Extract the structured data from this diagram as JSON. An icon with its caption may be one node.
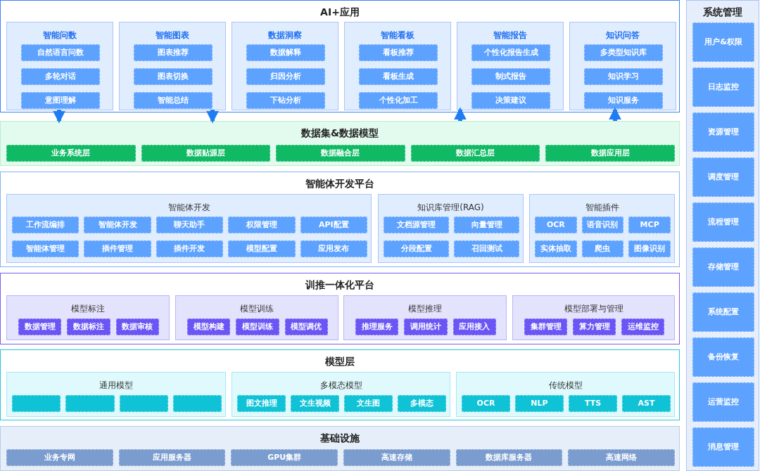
{
  "diagram": {
    "nodes": [
      {
        "text": [
          "AI+应用"
        ]
      },
      {
        "text": [
          "智能问数"
        ],
        "in": 0
      },
      {
        "text": [
          "自然语言问数"
        ],
        "in": 1
      },
      {
        "text": [
          "多轮对话"
        ],
        "in": 1
      },
      {
        "text": [
          "意图理解"
        ],
        "in": 1
      },
      {
        "text": [
          "智能图表"
        ],
        "in": 0
      },
      {
        "text": [
          "图表推荐"
        ],
        "in": 5
      },
      {
        "text": [
          "图表切换"
        ],
        "in": 5
      },
      {
        "text": [
          "智能总结"
        ],
        "in": 5
      },
      {
        "text": [
          "数据洞察"
        ],
        "in": 0
      },
      {
        "text": [
          "数据解释"
        ],
        "in": 9
      },
      {
        "text": [
          "归因分析"
        ],
        "in": 9
      },
      {
        "text": [
          "下钻分析"
        ],
        "in": 9
      },
      {
        "text": [
          "智能看板"
        ],
        "in": 0
      },
      {
        "text": [
          "看板推荐"
        ],
        "in": 13
      },
      {
        "text": [
          "看板生成"
        ],
        "in": 13
      },
      {
        "text": [
          "个性化加工"
        ],
        "in": 13
      },
      {
        "text": [
          "智能报告"
        ],
        "in": 0
      },
      {
        "text": [
          "个性化报告生成"
        ],
        "in": 17
      },
      {
        "text": [
          "制式报告"
        ],
        "in": 17
      },
      {
        "text": [
          "决策建议"
        ],
        "in": 17
      },
      {
        "text": [
          "知识问答"
        ],
        "in": 0
      },
      {
        "text": [
          "多类型知识库"
        ],
        "in": 21
      },
      {
        "text": [
          "知识学习"
        ],
        "in": 21
      },
      {
        "text": [
          "知识服务"
        ],
        "in": 21
      },
      {
        "text": [
          "数据集&数据模型"
        ]
      },
      {
        "text": [
          "业务系统层"
        ],
        "in": 25
      },
      {
        "text": [
          "数据贴源层"
        ],
        "in": 25
      },
      {
        "text": [
          "数据融合层"
        ],
        "in": 25
      },
      {
        "text": [
          "数据汇总层"
        ],
        "in": 25
      },
      {
        "text": [
          "数据应用层"
        ],
        "in": 25
      },
      {
        "text": [
          "智能体开发平台"
        ]
      },
      {
        "text": [
          "智能体开发"
        ],
        "in": 31
      },
      {
        "text": [
          "工作流编排"
        ],
        "in": 32
      },
      {
        "text": [
          "智能体开发"
        ],
        "in": 32
      },
      {
        "text": [
          "聊天助手"
        ],
        "in": 32
      },
      {
        "text": [
          "权限管理"
        ],
        "in": 32
      },
      {
        "text": [
          "API配置"
        ],
        "in": 32
      },
      {
        "text": [
          "智能体管理"
        ],
        "in": 32
      },
      {
        "text": [
          "插件管理"
        ],
        "in": 32
      },
      {
        "text": [
          "插件开发"
        ],
        "in": 32
      },
      {
        "text": [
          "模型配置"
        ],
        "in": 32
      },
      {
        "text": [
          "应用发布"
        ],
        "in": 32
      },
      {
        "text": [
          "知识库管理(RAG)"
        ],
        "in": 31
      },
      {
        "text": [
          "文档源管理"
        ],
        "in": 43
      },
      {
        "text": [
          "向量管理"
        ],
        "in": 43
      },
      {
        "text": [
          "分段配置"
        ],
        "in": 43
      },
      {
        "text": [
          "召回测试"
        ],
        "in": 43
      },
      {
        "text": [
          "智能插件"
        ],
        "in": 31
      },
      {
        "text": [
          "OCR"
        ],
        "in": 48
      },
      {
        "text": [
          "语音识别"
        ],
        "in": 48
      },
      {
        "text": [
          "MCP"
        ],
        "in": 48
      },
      {
        "text": [
          "实体抽取"
        ],
        "in": 48
      },
      {
        "text": [
          "爬虫"
        ],
        "in": 48
      },
      {
        "text": [
          "图像识别"
        ],
        "in": 48
      },
      {
        "text": [
          "训推一体化平台"
        ]
      },
      {
        "text": [
          "模型标注"
        ],
        "in": 55
      },
      {
        "text": [
          "数据管理"
        ],
        "in": 56
      },
      {
        "text": [
          "数据标注"
        ],
        "in": 56
      },
      {
        "text": [
          "数据审核"
        ],
        "in": 56
      },
      {
        "text": [
          "模型训练"
        ],
        "in": 55
      },
      {
        "text": [
          "模型构建"
        ],
        "in": 60
      },
      {
        "text": [
          "模型训练"
        ],
        "in": 60
      },
      {
        "text": [
          "模型调优"
        ],
        "in": 60
      },
      {
        "text": [
          "模型推理"
        ],
        "in": 55
      },
      {
        "text": [
          "推理服务"
        ],
        "in": 64
      },
      {
        "text": [
          "调用统计"
        ],
        "in": 64
      },
      {
        "text": [
          "应用接入"
        ],
        "in": 64
      },
      {
        "text": [
          "模型部署与管理"
        ],
        "in": 55
      },
      {
        "text": [
          "集群管理"
        ],
        "in": 68
      },
      {
        "text": [
          "算力管理"
        ],
        "in": 68
      },
      {
        "text": [
          "运维监控"
        ],
        "in": 68
      },
      {
        "text": [
          "模型层"
        ]
      },
      {
        "text": [
          "通用模型"
        ],
        "in": 72
      },
      {
        "text": [],
        "shape": "box",
        "in": 73
      },
      {
        "text": [],
        "shape": "box",
        "in": 73
      },
      {
        "text": [],
        "shape": "box",
        "in": 73
      },
      {
        "text": [],
        "shape": "box",
        "in": 73
      },
      {
        "text": [
          "多模态模型"
        ],
        "in": 72
      },
      {
        "text": [
          "图文推理"
        ],
        "in": 78
      },
      {
        "text": [
          "文生视频"
        ],
        "in": 78
      },
      {
        "text": [
          "文生图"
        ],
        "in": 78
      },
      {
        "text": [
          "多模态"
        ],
        "in": 78
      },
      {
        "text": [
          "传统模型"
        ],
        "in": 72
      },
      {
        "text": [
          "OCR"
        ],
        "in": 83
      },
      {
        "text": [
          "NLP"
        ],
        "in": 83
      },
      {
        "text": [
          "TTS"
        ],
        "in": 83
      },
      {
        "text": [
          "AST"
        ],
        "in": 83
      },
      {
        "text": [
          "基础设施"
        ]
      },
      {
        "text": [
          "业务专网"
        ],
        "in": 88
      },
      {
        "text": [
          "应用服务器"
        ],
        "in": 88
      },
      {
        "text": [
          "GPU集群"
        ],
        "in": 88
      },
      {
        "text": [
          "高速存储"
        ],
        "in": 88
      },
      {
        "text": [
          "数据库服务器"
        ],
        "in": 88
      },
      {
        "text": [
          "高速网络"
        ],
        "in": 88
      },
      {
        "text": [
          "系统管理"
        ]
      },
      {
        "text": [
          "用户&权限"
        ],
        "in": 95
      },
      {
        "text": [
          "日志监控"
        ],
        "in": 95
      },
      {
        "text": [
          "资源管理"
        ],
        "in": 95
      },
      {
        "text": [
          "调度管理"
        ],
        "in": 95
      },
      {
        "text": [
          "流程管理"
        ],
        "in": 95
      },
      {
        "text": [
          "存储管理"
        ],
        "in": 95
      },
      {
        "text": [
          "系统配置"
        ],
        "in": 95
      },
      {
        "text": [
          "备份恢复"
        ],
        "in": 95
      },
      {
        "text": [
          "运营监控"
        ],
        "in": 95
      },
      {
        "text": [
          "消息管理"
        ],
        "in": 95
      }
    ],
    "edges": [
      {
        "from": 1,
        "to": 25,
        "arrow": "to"
      },
      {
        "from": 5,
        "to": 25,
        "arrow": "to"
      },
      {
        "from": 25,
        "to": 17,
        "arrow": "to"
      },
      {
        "from": 25,
        "to": 21,
        "arrow": "to"
      }
    ]
  }
}
